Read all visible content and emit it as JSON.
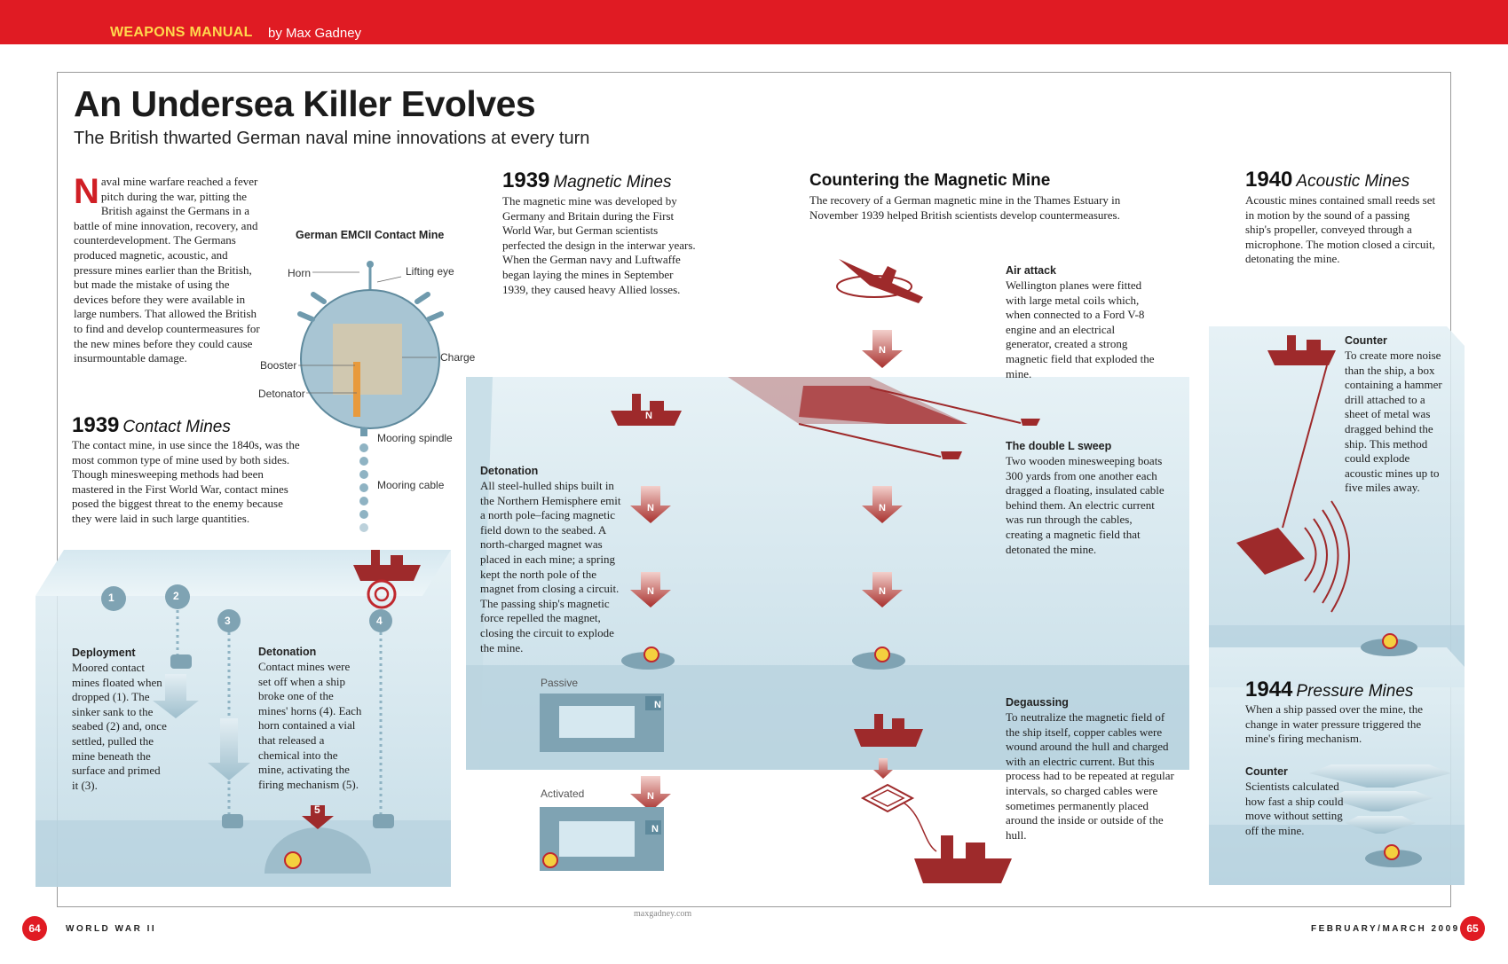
{
  "header": {
    "section": "WEAPONS MANUAL",
    "byline": "by Max Gadney"
  },
  "title": "An Undersea Killer Evolves",
  "subtitle": "The British thwarted German naval mine innovations at every turn",
  "intro": {
    "dropcap": "N",
    "text": "aval mine warfare reached a fever pitch during the war, pitting the British against the Germans in a battle of mine innovation, recovery, and counterdevelopment. The Germans produced magnetic, acoustic, and pressure mines earlier than the British, but made the mistake of using the devices before they were available in large numbers. That allowed the British to find and develop countermeasures for the new mines before they could cause insurmountable damage."
  },
  "contact_mine_diagram": {
    "title": "German EMCII Contact Mine",
    "labels": {
      "horn": "Horn",
      "lifting_eye": "Lifting eye",
      "booster": "Booster",
      "charge": "Charge",
      "detonator": "Detonator",
      "mooring_spindle": "Mooring spindle",
      "mooring_cable": "Mooring cable"
    }
  },
  "contact_mines": {
    "year": "1939",
    "name": "Contact Mines",
    "text": "The contact mine, in use since the 1840s, was the most common type of mine used by both sides. Though minesweeping methods had been mastered in the First World War, contact mines posed the biggest threat to the enemy because they were laid in such large quantities.",
    "steps": [
      "1",
      "2",
      "3",
      "4",
      "5"
    ],
    "deployment": {
      "heading": "Deployment",
      "text": "Moored contact mines floated when dropped (1). The sinker sank to the seabed (2) and, once settled, pulled the mine beneath the surface and primed it (3)."
    },
    "detonation": {
      "heading": "Detonation",
      "text": "Contact mines were set off when a ship broke one of the mines' horns (4). Each horn contained a vial that released a chemical into the mine, activating the firing mechanism (5)."
    }
  },
  "magnetic_mines": {
    "year": "1939",
    "name": "Magnetic Mines",
    "text": "The magnetic mine was developed by Germany and Britain during the First World War, but German scientists perfected the design in the interwar years. When the German navy and Luftwaffe began laying the mines in September 1939, they caused heavy Allied losses.",
    "detonation": {
      "heading": "Detonation",
      "text": "All steel-hulled ships built in the Northern Hemisphere emit a north pole–facing magnetic field down to the seabed. A north-charged magnet was placed in each mine; a spring kept the north pole of the magnet from closing a circuit. The passing ship's magnetic force repelled the magnet, closing the circuit to explode the mine."
    },
    "passive_label": "Passive",
    "activated_label": "Activated",
    "pole_label": "N"
  },
  "countering": {
    "title": "Countering the Magnetic Mine",
    "text": "The recovery of a German magnetic mine in the Thames Estuary in November 1939 helped British scientists develop countermeasures.",
    "air_attack": {
      "heading": "Air attack",
      "text": "Wellington planes were fitted with large metal coils which, when connected to a Ford V-8 engine and an electrical generator, created a strong magnetic field that exploded the mine."
    },
    "double_l": {
      "heading": "The double L sweep",
      "text": "Two wooden minesweeping boats 300 yards from one another each dragged a floating, insulated cable behind them. An electric current was run through the cables, creating a magnetic field that detonated the mine."
    },
    "degaussing": {
      "heading": "Degaussing",
      "text": "To neutralize the magnetic field of the ship itself, copper cables were wound around the hull and charged with an electric current. But this process had to be repeated at regular intervals, so charged cables were sometimes permanently placed around the inside or outside of the hull."
    }
  },
  "acoustic_mines": {
    "year": "1940",
    "name": "Acoustic Mines",
    "text": "Acoustic mines contained small reeds set in motion by the sound of a passing ship's propeller, conveyed through a microphone. The motion closed a circuit, detonating the mine.",
    "counter": {
      "heading": "Counter",
      "text": "To create more noise than the ship, a box containing a hammer drill attached to a sheet of metal was dragged behind the ship. This method could explode acoustic mines up to five miles away."
    }
  },
  "pressure_mines": {
    "year": "1944",
    "name": "Pressure Mines",
    "text": "When a ship passed over the mine, the change in water pressure triggered the mine's firing mechanism.",
    "counter": {
      "heading": "Counter",
      "text": "Scientists calculated how fast a ship could move without setting off the mine."
    }
  },
  "footer": {
    "page_left": "64",
    "magazine": "WORLD WAR II",
    "credit": "maxgadney.com",
    "issue": "FEBRUARY/MARCH 2009",
    "page_right": "65"
  },
  "colors": {
    "brand_red": "#e01b23",
    "ship_red": "#9e2a2b",
    "water": "#cfe3ec",
    "mine_gray": "#6f9aad",
    "accent_yellow": "#ffd84d"
  }
}
